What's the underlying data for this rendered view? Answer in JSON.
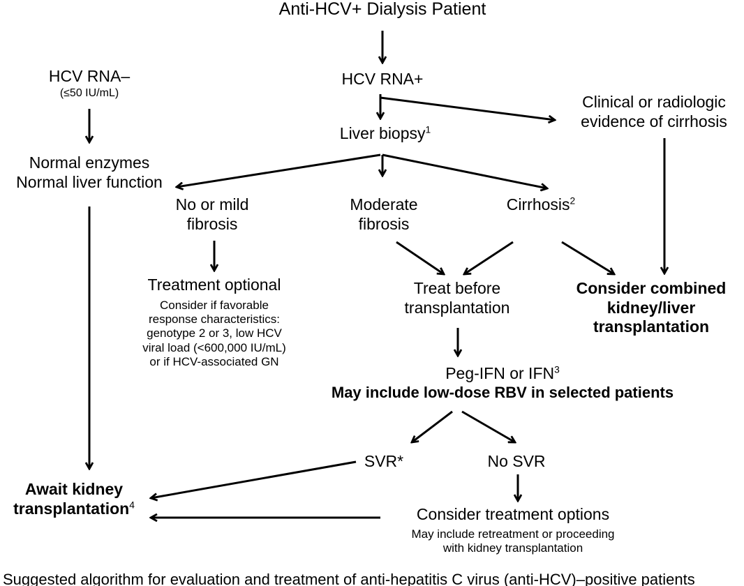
{
  "nodes": {
    "root": "Anti-HCV+ Dialysis Patient",
    "rna_neg": {
      "title": "HCV RNA–",
      "note": "(≤50 IU/mL)"
    },
    "rna_pos": "HCV RNA+",
    "normal": {
      "line1": "Normal enzymes",
      "line2": "Normal liver function"
    },
    "clinical_cirrhosis": {
      "line1": "Clinical or radiologic",
      "line2": "evidence of cirrhosis"
    },
    "biopsy": {
      "label": "Liver biopsy",
      "footnote": "1"
    },
    "mild": {
      "line1": "No or mild",
      "line2": "fibrosis"
    },
    "moderate": {
      "line1": "Moderate",
      "line2": "fibrosis"
    },
    "cirrhosis": {
      "label": "Cirrhosis",
      "footnote": "2"
    },
    "treatment_optional": {
      "title": "Treatment optional",
      "lines": [
        "Consider if favorable",
        "response characteristics:",
        "genotype 2 or 3, low HCV",
        "viral load (<600,000 IU/mL)",
        "or if HCV-associated GN"
      ]
    },
    "treat_before": {
      "line1": "Treat before",
      "line2": "transplantation"
    },
    "combined": {
      "line1": "Consider combined",
      "line2": "kidney/liver",
      "line3": "transplantation"
    },
    "peg": {
      "label": "Peg-IFN or IFN",
      "footnote": "3",
      "line2": "May include low-dose RBV in selected patients"
    },
    "svr": "SVR*",
    "no_svr": "No SVR",
    "await": {
      "line1": "Await kidney",
      "line2": "transplantation",
      "footnote": "4"
    },
    "consider_options": {
      "title": "Consider treatment options",
      "line1": "May include retreatment or proceeding",
      "line2": "with kidney transplantation"
    }
  },
  "caption": "Suggested algorithm for evaluation and treatment of anti-hepatitis C virus (anti-HCV)–positive patients"
}
